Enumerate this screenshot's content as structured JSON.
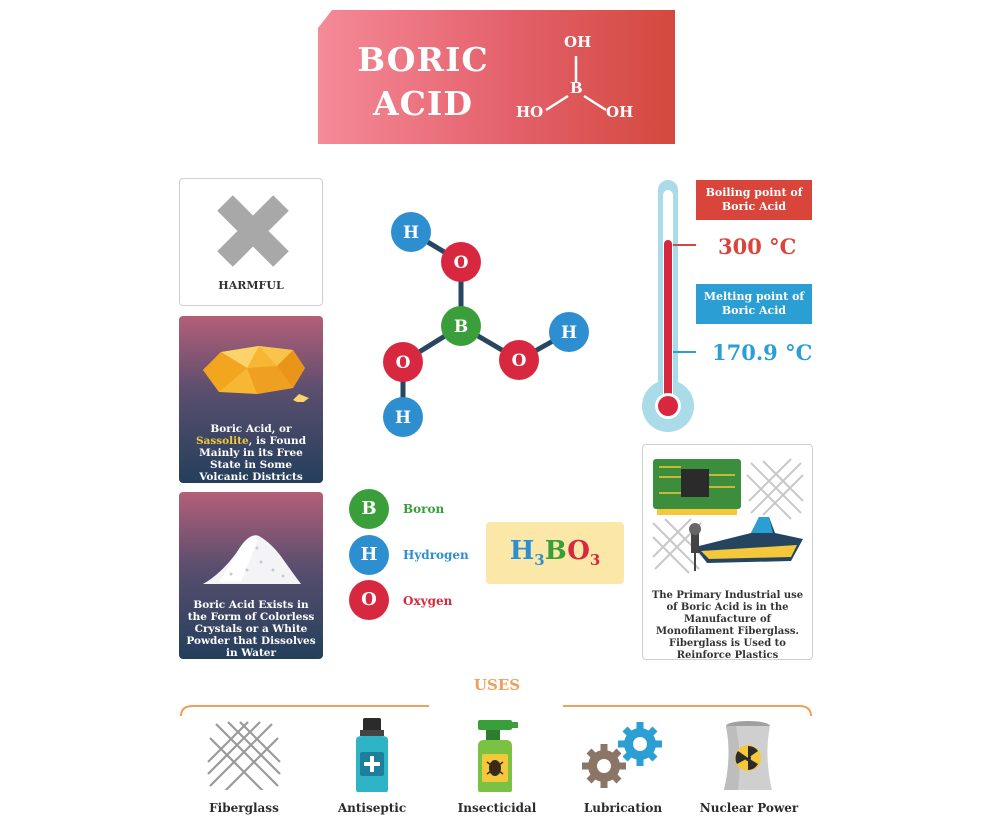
{
  "title": {
    "line1": "BORIC",
    "line2": "ACID"
  },
  "structural_formula": {
    "top": "OH",
    "center": "B",
    "left": "HO",
    "right": "OH"
  },
  "harmful": {
    "label": "HARMFUL"
  },
  "sassolite_card": {
    "text_pre": "Boric Acid, or ",
    "highlight": "Sassolite",
    "text_post": ", is Found Mainly in its Free State in Some Volcanic Districts",
    "highlight_color": "#f4c83a"
  },
  "powder_card": {
    "text": "Boric Acid Exists in the Form of Colorless Crystals or a White Powder that Dissolves in Water"
  },
  "molecule": {
    "atoms": [
      {
        "symbol": "H",
        "element": "hydrogen"
      },
      {
        "symbol": "O",
        "element": "oxygen"
      },
      {
        "symbol": "B",
        "element": "boron"
      },
      {
        "symbol": "O",
        "element": "oxygen"
      },
      {
        "symbol": "H",
        "element": "hydrogen"
      },
      {
        "symbol": "O",
        "element": "oxygen"
      },
      {
        "symbol": "H",
        "element": "hydrogen"
      }
    ]
  },
  "legend": [
    {
      "symbol": "B",
      "label": "Boron",
      "color": "#3a9f3a"
    },
    {
      "symbol": "H",
      "label": "Hydrogen",
      "color": "#2d8fd0"
    },
    {
      "symbol": "O",
      "label": "Oxygen",
      "color": "#d8283f"
    }
  ],
  "formula": {
    "H": "H",
    "H_sub": "3",
    "B": "B",
    "O": "O",
    "O_sub": "3"
  },
  "thermometer": {
    "boiling_label": "Boiling point of Boric Acid",
    "boiling_value": "300 °C",
    "boiling_color": "#d9453a",
    "melting_label": "Melting point of Boric Acid",
    "melting_value": "170.9 °C",
    "melting_color": "#2b9fd4"
  },
  "industry_card": {
    "text": "The Primary Industrial use of Boric Acid is in the Manufacture of Monofilament Fiberglass. Fiberglass is Used to Reinforce Plastics"
  },
  "uses": {
    "title": "USES",
    "items": [
      {
        "label": "Fiberglass",
        "icon": "fiberglass-mesh-icon"
      },
      {
        "label": "Antiseptic",
        "icon": "antiseptic-bottle-icon"
      },
      {
        "label": "Insecticidal",
        "icon": "spray-bottle-icon"
      },
      {
        "label": "Lubrication",
        "icon": "gears-icon"
      },
      {
        "label": "Nuclear Power",
        "icon": "cooling-tower-icon"
      }
    ]
  },
  "colors": {
    "banner_start": "#f58a98",
    "banner_end": "#d4493e",
    "uses_accent": "#f0a05a",
    "formula_bg": "#fbe8a8"
  }
}
